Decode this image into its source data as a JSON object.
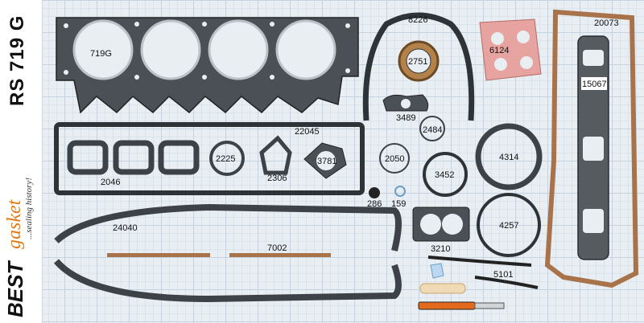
{
  "brand": {
    "kit_code": "RS 719 G",
    "name_best": "BEST",
    "name_gasket": "gasket",
    "tagline": "...sealing history!"
  },
  "parts": {
    "head_gasket": "719G",
    "timing_cover": "8226",
    "seal_2751": "2751",
    "carb_gasket": "6124",
    "manifold_frame": "20073",
    "manifold_gasket": "15067",
    "valve_cover": "22045",
    "exhaust_2046": "2046",
    "ring_2225": "2225",
    "water_pump": "2306",
    "plate_3781": "3781",
    "oval_3489": "3489",
    "ring_2484": "2484",
    "ring_2050": "2050",
    "ring_3452": "3452",
    "ring_4314": "4314",
    "plug_286": "286",
    "ring_159": "159",
    "oil_pan": "24040",
    "cork_strip": "7002",
    "carb_3210": "3210",
    "ring_4257": "4257",
    "hose_5101": "5101"
  },
  "colors": {
    "gasket_dark": "#3c4248",
    "cork": "#a8734a",
    "carb_pink": "#e6a3a0",
    "brand_orange": "#e0791a"
  }
}
